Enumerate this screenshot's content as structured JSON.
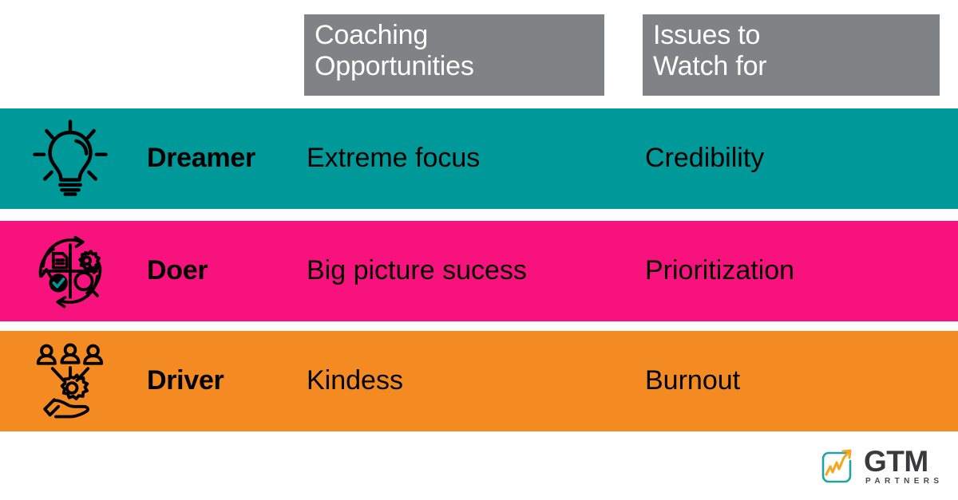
{
  "colors": {
    "header_gray": "#808285",
    "row_teal": "#00999A",
    "row_pink": "#F8127D",
    "row_orange": "#F48B22",
    "text_black": "#000000",
    "header_text": "#FFFFFF",
    "logo_teal": "#1FA3A8",
    "logo_orange": "#F5A623",
    "logo_dark": "#3A3A3C",
    "background": "#FFFFFF"
  },
  "header": {
    "icon_label": "",
    "type_label": "",
    "coaching_opportunities": "Coaching\nOpportunities",
    "issues_to_watch_for": "Issues to\nWatch for"
  },
  "rows": [
    {
      "icon": "lightbulb-icon",
      "type": "Dreamer",
      "coaching_opportunity": "Extreme focus",
      "issue_to_watch": "Credibility",
      "color": "#00999A"
    },
    {
      "icon": "process-cycle-icon",
      "type": "Doer",
      "coaching_opportunity": "Big picture sucess",
      "issue_to_watch": "Prioritization",
      "color": "#F8127D"
    },
    {
      "icon": "people-gear-hand-icon",
      "type": "Driver",
      "coaching_opportunity": "Kindess",
      "issue_to_watch": "Burnout",
      "color": "#F48B22"
    }
  ],
  "logo": {
    "mark": "gtm-arrow-chart-icon",
    "name": "GTM",
    "tagline": "PARTNERS"
  }
}
